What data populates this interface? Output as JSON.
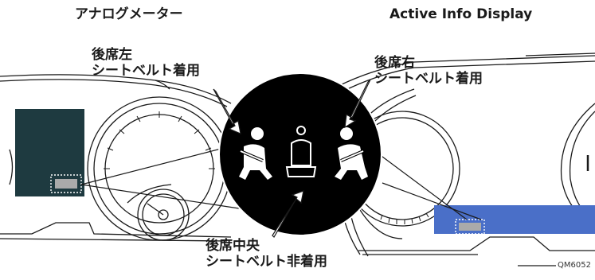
{
  "titles": {
    "analog": "アナログメーター",
    "aid": "Active Info Display"
  },
  "callouts": {
    "rear_left": [
      "後席左",
      "シートベルト着用"
    ],
    "rear_right": [
      "後席右",
      "シートベルト着用"
    ],
    "rear_center": [
      "後席中央",
      "シートベルト非着用"
    ]
  },
  "figure_code": "QM6052",
  "colors": {
    "line": "#1a1a1a",
    "black_panel": "#000000",
    "dark_display": "#1e3a40",
    "blue_strip": "#4a6fc8",
    "callout_box": "#aaaaaa"
  },
  "icons": [
    "seatbelt-fastened-left-icon",
    "seat-empty-icon",
    "seatbelt-fastened-right-icon"
  ]
}
